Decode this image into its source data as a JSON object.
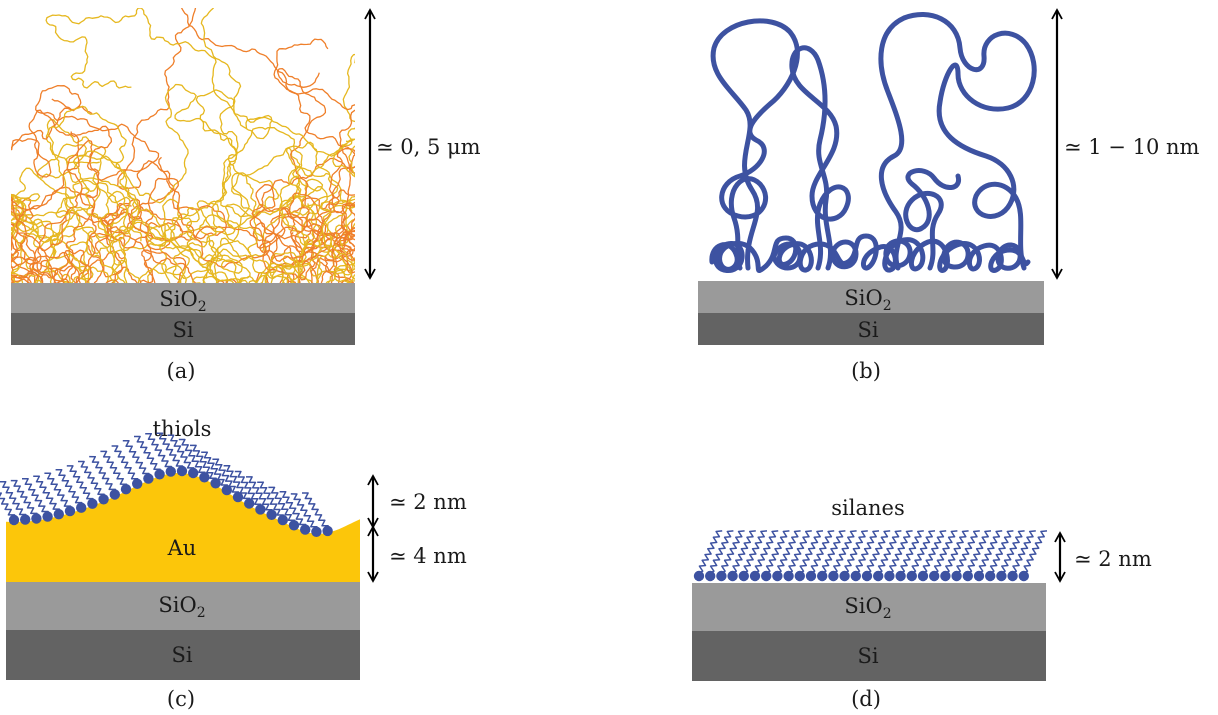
{
  "colors": {
    "si": "#636363",
    "sio2": "#9a9a9a",
    "gold": "#fcc60a",
    "blue": "#3d52a1",
    "polymer_orange": "#ef7f2a",
    "polymer_yellow": "#e6b820",
    "arrow": "#000000"
  },
  "panels": {
    "a": {
      "caption": "(a)",
      "sio2_main": "SiO",
      "sio2_sub": "2",
      "si": "Si",
      "thickness": "≃ 0, 5 μm"
    },
    "b": {
      "caption": "(b)",
      "sio2_main": "SiO",
      "sio2_sub": "2",
      "si": "Si",
      "thickness": "≃ 1 − 10 nm"
    },
    "c": {
      "caption": "(c)",
      "title": "thiols",
      "gold": "Au",
      "sio2_main": "SiO",
      "sio2_sub": "2",
      "si": "Si",
      "thickness_top": "≃ 2 nm",
      "thickness_bottom": "≃ 4 nm"
    },
    "d": {
      "caption": "(d)",
      "title": "silanes",
      "sio2_main": "SiO",
      "sio2_sub": "2",
      "si": "Si",
      "thickness": "≃ 2 nm"
    }
  }
}
